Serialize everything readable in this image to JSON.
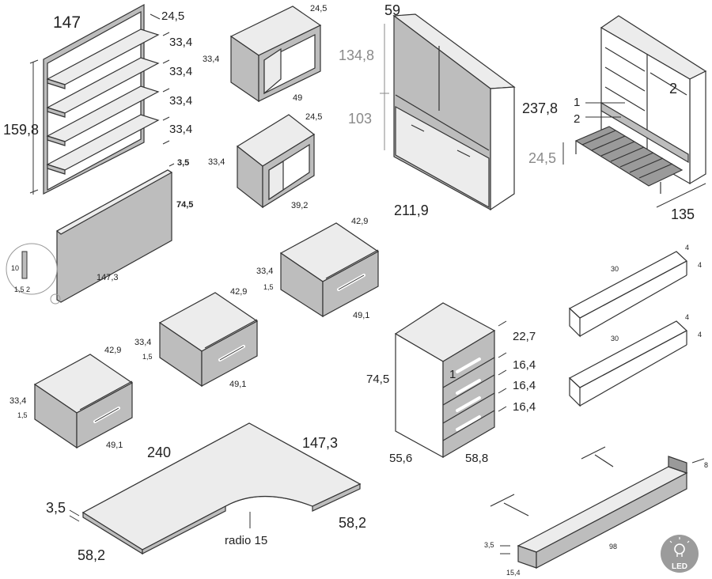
{
  "shelf_unit": {
    "width": "147",
    "height": "159,8",
    "shelf_depth": "24,5",
    "spacings": [
      "33,4",
      "33,4",
      "33,4",
      "33,4"
    ]
  },
  "headboard": {
    "thickness": "3,5",
    "height": "74,5",
    "width": "147,3",
    "detail_a": "10",
    "detail_b": "1,5",
    "detail_c": "2"
  },
  "cube_open_1": {
    "depth": "24,5",
    "height": "33,4",
    "width": "49"
  },
  "cube_open_2": {
    "depth": "24,5",
    "height": "33,4",
    "width": "39,2"
  },
  "wall_bed": {
    "depth": "59",
    "upper_height": "134,8",
    "lower_height": "103",
    "total_height": "237,8",
    "width": "211,9"
  },
  "wall_bed_open": {
    "callout_1": "1",
    "callout_2": "2",
    "callout_2b": "2",
    "leg_height": "24,5",
    "depth": "135"
  },
  "drawer_units": [
    {
      "depth": "42,9",
      "height": "33,4",
      "offset": "1,5",
      "width": "49,1"
    },
    {
      "depth": "42,9",
      "height": "33,4",
      "offset": "1,5",
      "width": "49,1"
    },
    {
      "depth": "42,9",
      "height": "33,4",
      "offset": "1,5",
      "width": "49,1"
    }
  ],
  "chest": {
    "height": "74,5",
    "depth": "55,6",
    "width": "58,8",
    "drawer_heights": [
      "22,7",
      "16,4",
      "16,4",
      "16,4"
    ],
    "callout": "1"
  },
  "brackets": [
    {
      "length": "30",
      "side_a": "4",
      "side_b": "4"
    },
    {
      "length": "30",
      "side_a": "4",
      "side_b": "4"
    }
  ],
  "corner_desk": {
    "long_side": "240",
    "right_side": "147,3",
    "thickness": "3,5",
    "depth_left": "58,2",
    "depth_right": "58,2",
    "radius_label": "radio 15"
  },
  "led_shelf": {
    "length": "98",
    "depth": "15,4",
    "height": "3,5",
    "back_height": "8",
    "led_label": "LED"
  },
  "colors": {
    "panel": "#bdbdbd",
    "panel_dark": "#8f8f8f",
    "panel_light": "#e6e6e6",
    "edge": "#333333",
    "accent": "#8a8a8a"
  }
}
